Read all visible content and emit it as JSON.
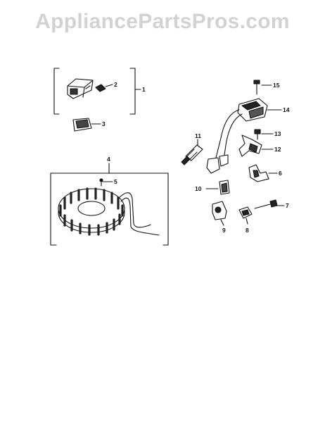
{
  "watermark": "AppliancePartsPros.com",
  "callouts": {
    "c1": "1",
    "c2": "2",
    "c3": "3",
    "c4": "4",
    "c5": "5",
    "c6": "6",
    "c7": "7",
    "c8": "8",
    "c9": "9",
    "c10": "10",
    "c11": "11",
    "c12": "12",
    "c13": "13",
    "c14": "14",
    "c15": "15"
  },
  "colors": {
    "ink": "#111111",
    "watermark": "#d2d2d2",
    "background": "#ffffff"
  }
}
